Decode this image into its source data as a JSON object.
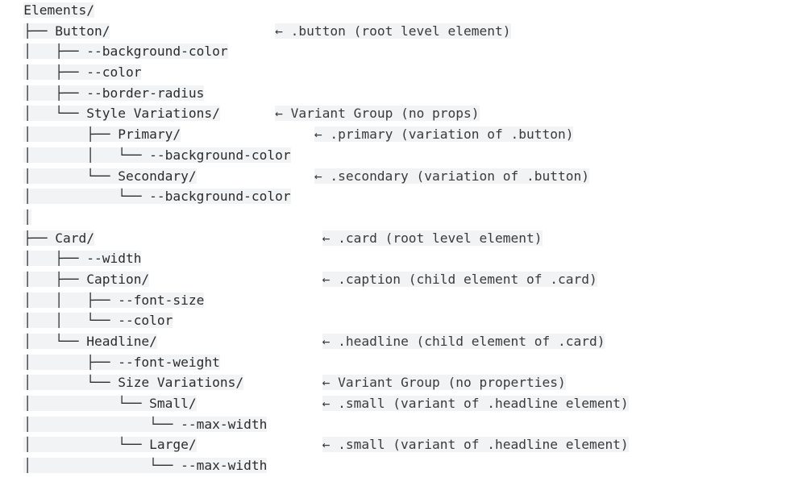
{
  "diagram": {
    "type": "ascii-tree",
    "title": "Elements/",
    "monospace": true,
    "row_highlight_color": "#f2f3f5",
    "text_color": "#2b2b2b",
    "background_color": "#ffffff",
    "arrow_glyph": "←",
    "indent_left_pad": 3,
    "rows": [
      {
        "id": "root",
        "tree": "Elements/",
        "annotation": "",
        "annotation_col": 0
      },
      {
        "id": "button",
        "tree": "├── Button/",
        "annotation": "← .button (root level element)",
        "annotation_col": 32
      },
      {
        "id": "button-background-color",
        "tree": "│   ├── --background-color",
        "annotation": "",
        "annotation_col": 0
      },
      {
        "id": "button-color",
        "tree": "│   ├── --color",
        "annotation": "",
        "annotation_col": 0
      },
      {
        "id": "button-border-radius",
        "tree": "│   ├── --border-radius",
        "annotation": "",
        "annotation_col": 0
      },
      {
        "id": "style-variations",
        "tree": "│   └── Style Variations/",
        "annotation": "← Variant Group (no props)",
        "annotation_col": 32
      },
      {
        "id": "primary",
        "tree": "│       ├── Primary/",
        "annotation": "← .primary (variation of .button)",
        "annotation_col": 37
      },
      {
        "id": "primary-background-color",
        "tree": "│       │   └── --background-color",
        "annotation": "",
        "annotation_col": 0
      },
      {
        "id": "secondary",
        "tree": "│       └── Secondary/",
        "annotation": "← .secondary (variation of .button)",
        "annotation_col": 37
      },
      {
        "id": "secondary-background-color",
        "tree": "│           └── --background-color",
        "annotation": "",
        "annotation_col": 0
      },
      {
        "id": "spacer",
        "tree": "│",
        "annotation": "",
        "annotation_col": 0
      },
      {
        "id": "card",
        "tree": "├── Card/",
        "annotation": "← .card (root level element)",
        "annotation_col": 38
      },
      {
        "id": "card-width",
        "tree": "│   ├── --width",
        "annotation": "",
        "annotation_col": 0
      },
      {
        "id": "caption",
        "tree": "│   ├── Caption/",
        "annotation": "← .caption (child element of .card)",
        "annotation_col": 38
      },
      {
        "id": "caption-font-size",
        "tree": "│   │   ├── --font-size",
        "annotation": "",
        "annotation_col": 0
      },
      {
        "id": "caption-color",
        "tree": "│   │   └── --color",
        "annotation": "",
        "annotation_col": 0
      },
      {
        "id": "headline",
        "tree": "│   └── Headline/",
        "annotation": "← .headline (child element of .card)",
        "annotation_col": 38
      },
      {
        "id": "headline-font-weight",
        "tree": "│       ├── --font-weight",
        "annotation": "",
        "annotation_col": 0
      },
      {
        "id": "size-variations",
        "tree": "│       └── Size Variations/",
        "annotation": "← Variant Group (no properties)",
        "annotation_col": 38
      },
      {
        "id": "small",
        "tree": "│           └── Small/",
        "annotation": "← .small (variant of .headline element)",
        "annotation_col": 38
      },
      {
        "id": "small-max-width",
        "tree": "│               └── --max-width",
        "annotation": "",
        "annotation_col": 0
      },
      {
        "id": "large",
        "tree": "│           └── Large/",
        "annotation": "← .small (variant of .headline element)",
        "annotation_col": 38
      },
      {
        "id": "large-max-width",
        "tree": "│               └── --max-width",
        "annotation": "",
        "annotation_col": 0
      }
    ]
  }
}
